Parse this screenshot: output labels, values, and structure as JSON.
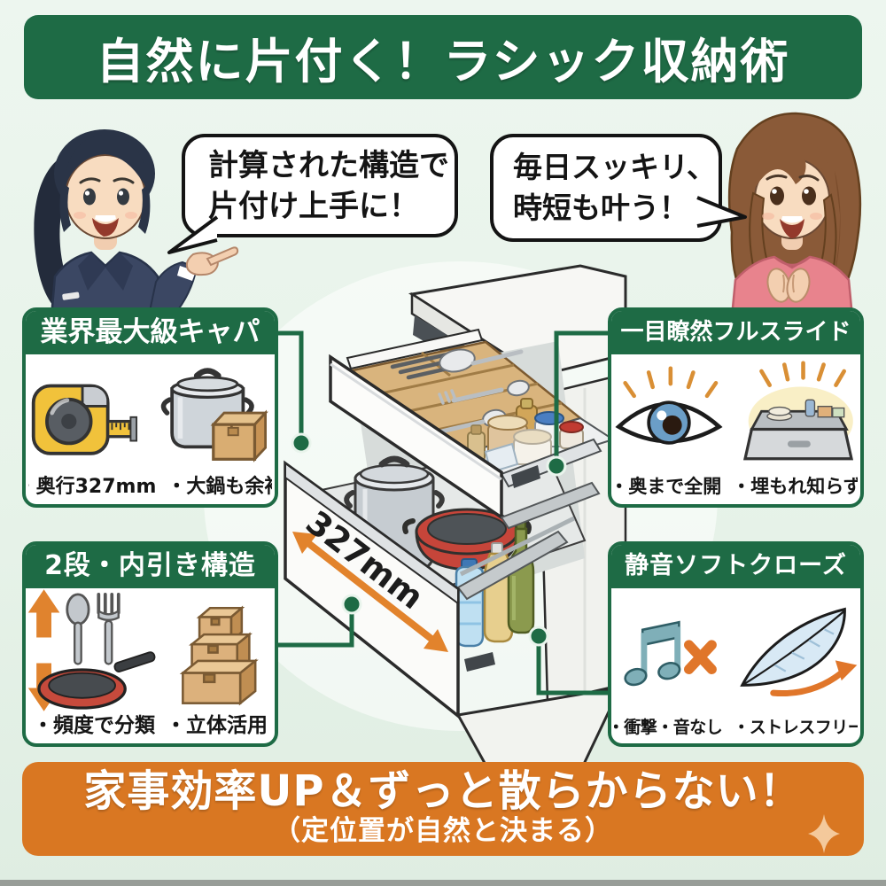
{
  "colors": {
    "accent_green": "#1E6B45",
    "banner_orange": "#D97722",
    "arrow_orange": "#E2832C",
    "background_light_green": "#EAF5EC"
  },
  "title_banner": {
    "text": "自然に片付く！ラシック収納術"
  },
  "speech_bubbles": {
    "left": {
      "lines": [
        "計算された構造で",
        "片付け上手に！"
      ],
      "speaker": "business-woman-pointing"
    },
    "right": {
      "lines": [
        "毎日スッキリ、",
        "時短も叶う！"
      ],
      "speaker": "woman-clasped-hands"
    }
  },
  "features": [
    {
      "id": "max-capacity",
      "title": "業界最大級キャパ",
      "points": [
        "・奥行327mm",
        "・大鍋も余裕"
      ],
      "icons": [
        "measuring-tape-icon",
        "stockpot-and-box-icon"
      ]
    },
    {
      "id": "full-slide",
      "title": "一目瞭然フルスライド",
      "points": [
        "・奥まで全開",
        "・埋もれ知らず"
      ],
      "icons": [
        "eye-icon",
        "open-drawer-glow-icon"
      ]
    },
    {
      "id": "two-tier",
      "title": "2段・内引き構造",
      "points": [
        "・頻度で分類",
        "・立体活用"
      ],
      "icons": [
        "up-down-arrows-icon",
        "spoon-fork-icon",
        "frying-pan-icon",
        "stacked-boxes-icon"
      ]
    },
    {
      "id": "soft-close",
      "title": "静音ソフトクローズ",
      "points": [
        "・衝撃・音なし",
        "・ストレスフリー"
      ],
      "icons": [
        "muted-note-icon",
        "feather-swoosh-icon"
      ]
    }
  ],
  "illustration": {
    "name": "two-tier-kitchen-drawer",
    "dimension_label": "327mm"
  },
  "bottom_banner": {
    "line1": "家事効率UP＆ずっと散らからない！",
    "line2": "（定位置が自然と決まる）",
    "icon": "sparkle-icon"
  }
}
